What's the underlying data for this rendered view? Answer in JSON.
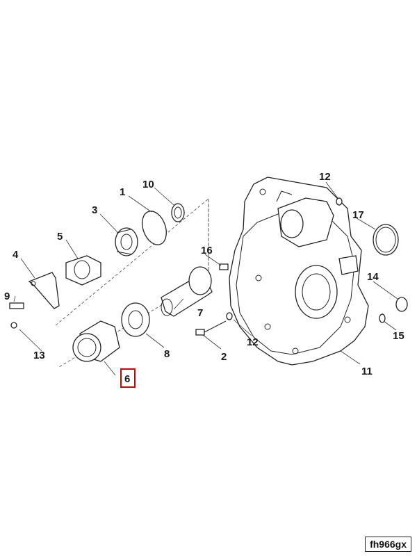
{
  "callouts": [
    "1",
    "2",
    "3",
    "4",
    "5",
    "6",
    "7",
    "8",
    "9",
    "10",
    "11",
    "12",
    "12",
    "13",
    "14",
    "15",
    "16",
    "17"
  ],
  "highlighted_callout": "6",
  "highlight_color": "#d40000",
  "drawing_code": "fh966gx"
}
